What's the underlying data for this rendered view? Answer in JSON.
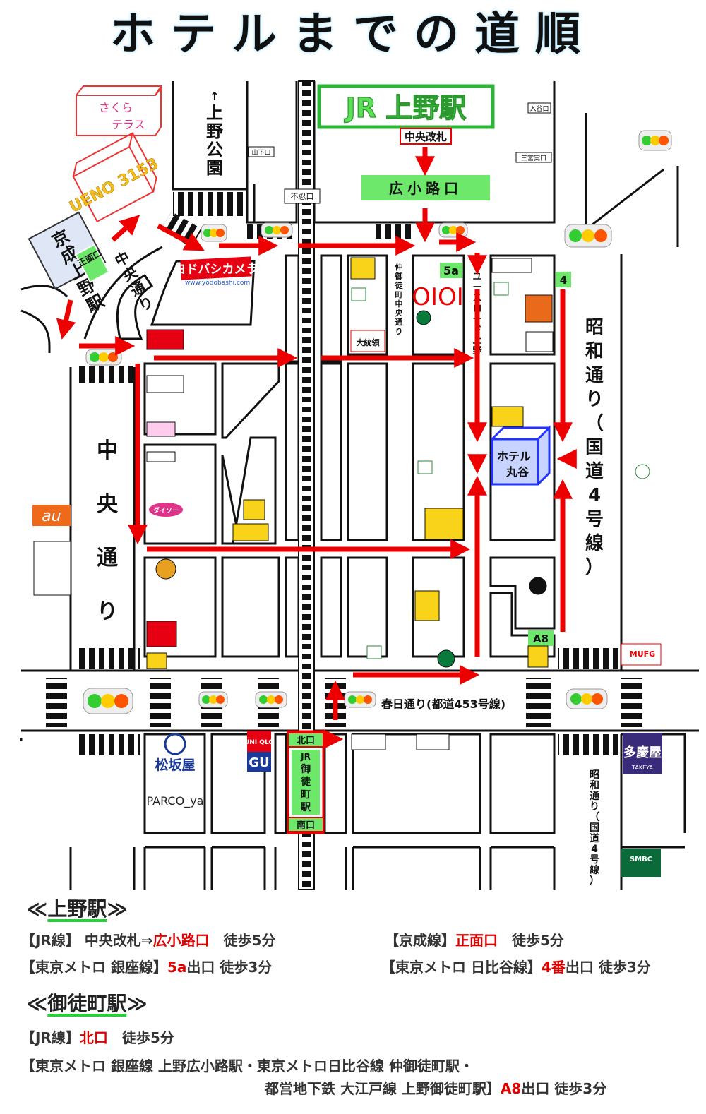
{
  "title": "ホテルまでの道順",
  "landmarks": {
    "jr_ueno": "JR 上野駅",
    "chuo_kaisatsu": "中央改札",
    "hirokoji_exit": "広小路口",
    "keisei_ueno": "京成上野駅",
    "shomen_exit": "正面口",
    "sakura_terrace_1": "さくら",
    "sakura_terrace_2": "テラス",
    "ueno_3153": "UENO 3153",
    "yodobashi": "ヨドバシカメラ",
    "yodobashi_url": "www.yodobashi.com",
    "ueno_park": "上野公園",
    "hotel_1": "ホテル",
    "hotel_2": "丸谷",
    "okachimachi_1": "JR",
    "okachimachi_2": "御",
    "okachimachi_3": "徒",
    "okachimachi_4": "町",
    "okachimachi_5": "駅",
    "kita_exit": "北口",
    "minami_exit": "南口",
    "matsuzakaya": "松坂屋",
    "parco": "PARCO_ya",
    "takeya": "多慶屋",
    "takeya_sub": "TAKEYA",
    "marui": "OIOI",
    "uniqlo": "UNI QLO",
    "gu": "GU",
    "au": "au",
    "mufg": "MUFG",
    "smbc": "SMBC",
    "daiso": "ダイソー",
    "exit_5a": "5a",
    "exit_4": "4",
    "exit_a8": "A8",
    "ohashi": "大統領",
    "fumeimon": "不忍口",
    "yamashita": "山下口",
    "iriya": "入谷口",
    "sannai": "三宮実口"
  },
  "streets": {
    "chuo_upper": "中央通り",
    "chuo_main": "中央通り",
    "showa": "昭和通り",
    "showa_route": "（国道4号線）",
    "showa_lower": "昭和通り（国道4号線）",
    "kasuga": "春日通り(都道453号線)",
    "youth_road": "ユースロード上野",
    "naka_okachimachi": "仲御徒町中央通り",
    "ueno_arrow": "↑"
  },
  "access": {
    "ueno_header": "上野駅",
    "ueno_jr_line": "【JR線】 中央改札⇒",
    "ueno_jr_exit": "広小路口",
    "ueno_jr_time": "徒歩5分",
    "ueno_keisei_line": "【京成線】",
    "ueno_keisei_exit": "正面口",
    "ueno_keisei_time": "徒歩5分",
    "ueno_ginza_line": "【東京メトロ 銀座線】",
    "ueno_ginza_exit": "5a",
    "ueno_ginza_time": "出口 徒歩3分",
    "ueno_hibiya_line": "【東京メトロ 日比谷線】",
    "ueno_hibiya_exit": "4番",
    "ueno_hibiya_time": "出口 徒歩3分",
    "okachi_header": "御徒町駅",
    "okachi_jr_line": "【JR線】",
    "okachi_jr_exit": "北口",
    "okachi_jr_time": "徒歩5分",
    "okachi_metro_1": "【東京メトロ 銀座線 上野広小路駅・東京メトロ日比谷線 仲御徒町駅・",
    "okachi_metro_2": "都営地下鉄 大江戸線 上野御徒町駅】",
    "okachi_metro_exit": "A8",
    "okachi_metro_time": "出口 徒歩3分"
  },
  "colors": {
    "route": "#ee0000",
    "green": "#5ee05a",
    "jr_green": "#2fb43a",
    "hotel_blue": "#2233ff",
    "block_stroke": "#111111"
  }
}
